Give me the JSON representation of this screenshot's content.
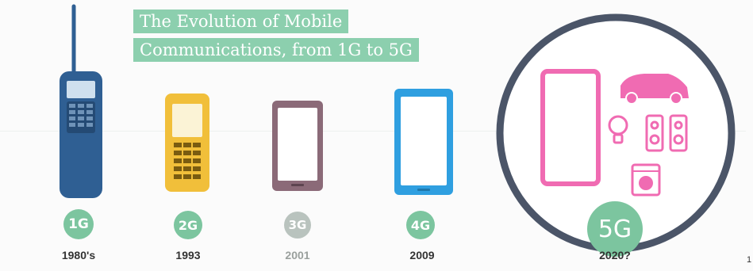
{
  "title": {
    "line1": "The Evolution of Mobile",
    "line2": "Communications, from 1G to 5G"
  },
  "colors": {
    "title_bg": "#8ccfae",
    "badge_green": "#7cc59f",
    "badge_gray": "#b9c3be",
    "g1_phone": "#2f5f93",
    "g2_phone": "#f1bf3a",
    "g3_phone": "#8b6a78",
    "g4_phone": "#2f9fe0",
    "g5_accent": "#f06bb2",
    "g5_ring": "#4b5568"
  },
  "generations": [
    {
      "badge": "1G",
      "year": "1980's",
      "device": "brick-phone-icon"
    },
    {
      "badge": "2G",
      "year": "1993",
      "device": "keypad-phone-icon"
    },
    {
      "badge": "3G",
      "year": "2001",
      "device": "early-smartphone-icon"
    },
    {
      "badge": "4G",
      "year": "2009",
      "device": "smartphone-icon"
    },
    {
      "badge": "5G",
      "year": "2020?",
      "device": "connected-devices-icon"
    }
  ],
  "page_number": "1"
}
